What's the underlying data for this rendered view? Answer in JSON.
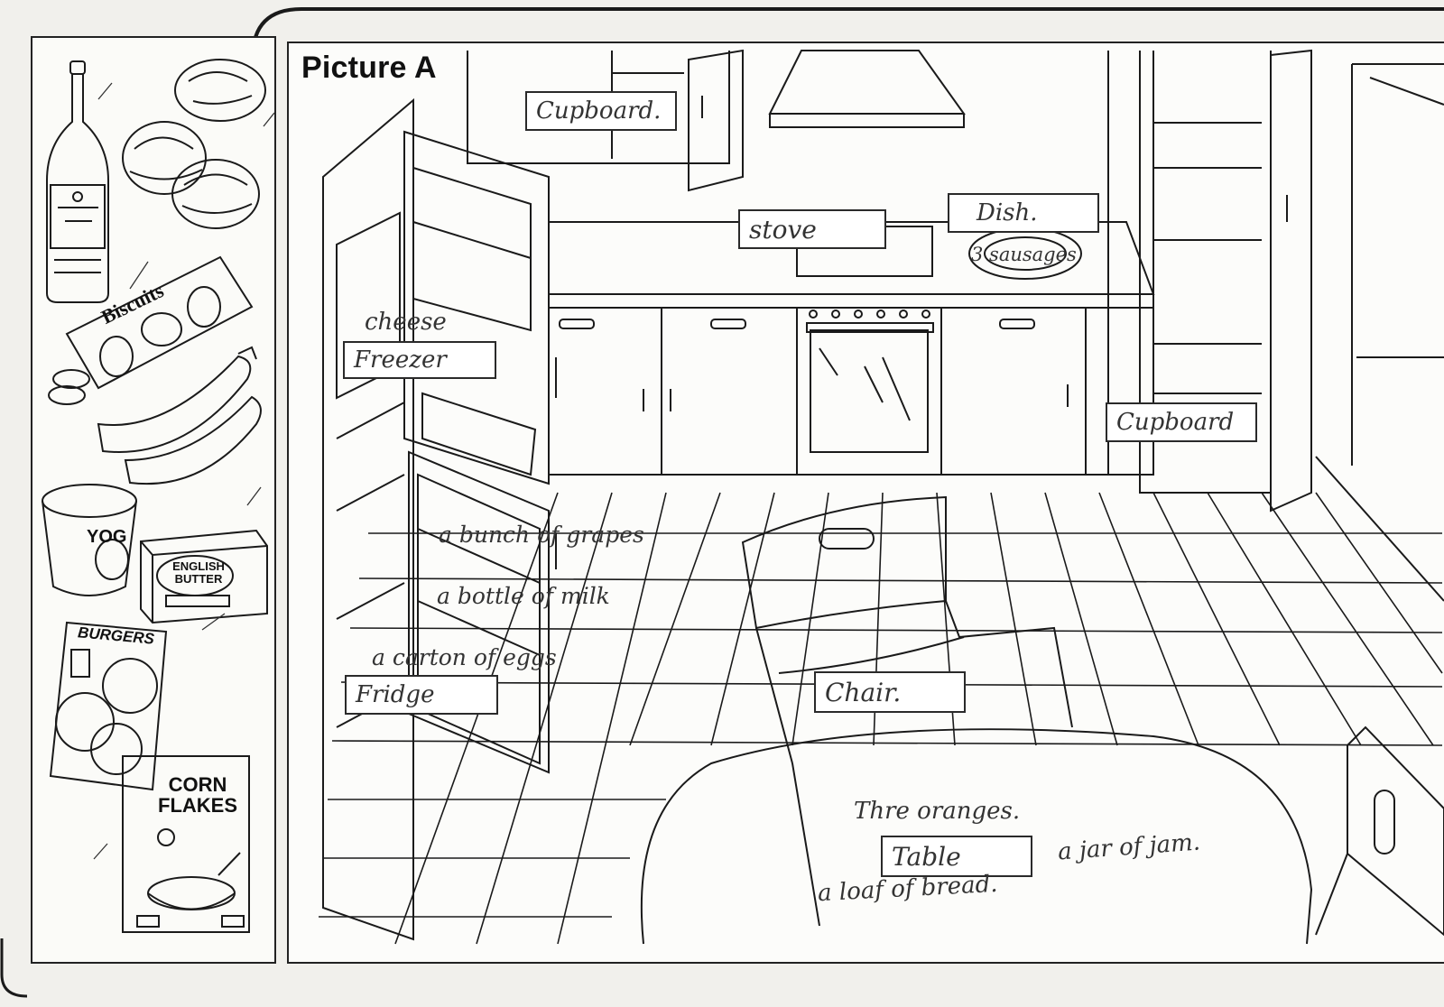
{
  "title": "Picture A",
  "products": {
    "biscuits": "Biscuits",
    "yogurt": "YOG",
    "butter": "ENGLISH BUTTER",
    "burgers": "BURGERS",
    "cornflakes": "CORN FLAKES"
  },
  "labels": {
    "cupboard_top": "Cupboard.",
    "stove": "stove",
    "dish": "Dish.",
    "freezer": "Freezer",
    "cupboard_right": "Cupboard",
    "fridge": "Fridge",
    "chair": "Chair.",
    "table": "Table"
  },
  "handwriting": {
    "cheese": "cheese",
    "sausages": "3 sausages",
    "grapes": "a bunch of grapes",
    "milk": "a bottle of milk",
    "eggs": "a carton of eggs",
    "oranges": "Thre oranges.",
    "jam": "a jar of jam.",
    "bread": "a loaf of bread."
  }
}
